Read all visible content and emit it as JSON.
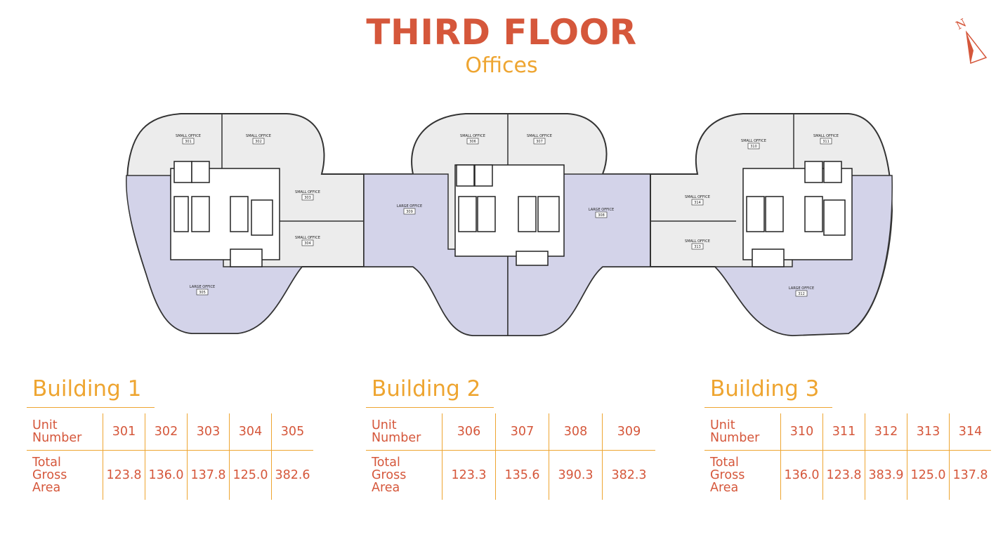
{
  "header": {
    "title": "THIRD FLOOR",
    "subtitle": "Offices",
    "compass_letter": "N"
  },
  "colors": {
    "title": "#d5573b",
    "accent": "#eea531",
    "large_office": "#d3d3e9",
    "small_office": "#ececec",
    "wall": "#333333"
  },
  "plan": {
    "offices": [
      {
        "type": "SMALL OFFICE",
        "number": "301"
      },
      {
        "type": "SMALL OFFICE",
        "number": "302"
      },
      {
        "type": "SMALL OFFICE",
        "number": "303"
      },
      {
        "type": "SMALL OFFICE",
        "number": "304"
      },
      {
        "type": "LARGE OFFICE",
        "number": "305"
      },
      {
        "type": "SMALL OFFICE",
        "number": "306"
      },
      {
        "type": "SMALL OFFICE",
        "number": "307"
      },
      {
        "type": "LARGE OFFICE",
        "number": "308"
      },
      {
        "type": "LARGE OFFICE",
        "number": "309"
      },
      {
        "type": "SMALL OFFICE",
        "number": "310"
      },
      {
        "type": "SMALL OFFICE",
        "number": "311"
      },
      {
        "type": "LARGE OFFICE",
        "number": "312"
      },
      {
        "type": "SMALL OFFICE",
        "number": "313"
      },
      {
        "type": "SMALL OFFICE",
        "number": "314"
      }
    ]
  },
  "tables": {
    "row_label_unit": [
      "Unit",
      "Number"
    ],
    "row_label_area": [
      "Total",
      "Gross",
      "Area"
    ],
    "buildings": [
      {
        "name": "Building 1",
        "units": [
          "301",
          "302",
          "303",
          "304",
          "305"
        ],
        "areas": [
          "123.8",
          "136.0",
          "137.8",
          "125.0",
          "382.6"
        ]
      },
      {
        "name": "Building 2",
        "units": [
          "306",
          "307",
          "308",
          "309"
        ],
        "areas": [
          "123.3",
          "135.6",
          "390.3",
          "382.3"
        ]
      },
      {
        "name": "Building 3",
        "units": [
          "310",
          "311",
          "312",
          "313",
          "314"
        ],
        "areas": [
          "136.0",
          "123.8",
          "383.9",
          "125.0",
          "137.8"
        ]
      }
    ]
  }
}
